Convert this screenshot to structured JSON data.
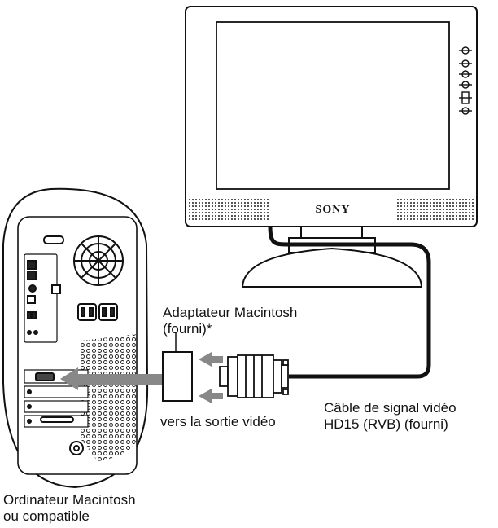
{
  "monitor": {
    "brand": "SONY"
  },
  "labels": {
    "adapter_line1": "Adaptateur Macintosh",
    "adapter_line2": "(fourni)*",
    "video_output": "vers la sortie vidéo",
    "cable_line1": "Câble de signal vidéo",
    "cable_line2": "HD15 (RVB) (fourni)",
    "computer_line1": "Ordinateur Macintosh",
    "computer_line2": "ou compatible"
  },
  "colors": {
    "stroke": "#111111",
    "speaker": "#555555",
    "arrow": "#888888"
  }
}
